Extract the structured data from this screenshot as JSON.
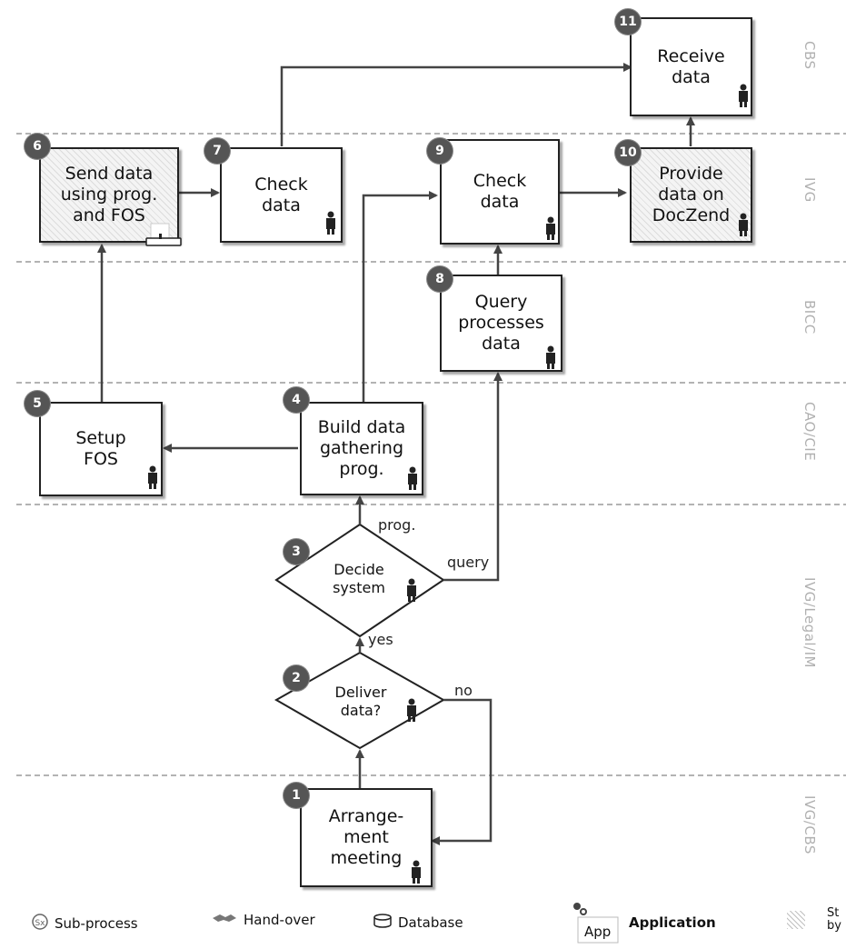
{
  "lanes": [
    "CBS",
    "IVG",
    "BICC",
    "CAO/CIE",
    "IVG/Legal/IM",
    "IVG/CBS"
  ],
  "nodes": {
    "n1": {
      "badge": "1",
      "label": "Arrange-\nment\nmeeting"
    },
    "n2": {
      "badge": "2",
      "label": "Deliver\ndata?"
    },
    "n3": {
      "badge": "3",
      "label": "Decide\nsystem"
    },
    "n4": {
      "badge": "4",
      "label": "Build data\ngathering\nprog."
    },
    "n5": {
      "badge": "5",
      "label": "Setup\nFOS"
    },
    "n6": {
      "badge": "6",
      "label": "Send data\nusing prog.\nand FOS"
    },
    "n7": {
      "badge": "7",
      "label": "Check\ndata"
    },
    "n8": {
      "badge": "8",
      "label": "Query\nprocesses\ndata"
    },
    "n9": {
      "badge": "9",
      "label": "Check\ndata"
    },
    "n10": {
      "badge": "10",
      "label": "Provide\ndata on\nDocZend"
    },
    "n11": {
      "badge": "11",
      "label": "Receive\ndata"
    }
  },
  "edge_labels": {
    "yes": "yes",
    "no": "no",
    "prog": "prog.",
    "query": "query"
  },
  "legend": {
    "subprocess": "Sub-process",
    "handover": "Hand-over",
    "database": "Database",
    "app_icon": "App",
    "application": "Application",
    "stc": "St\nby"
  }
}
